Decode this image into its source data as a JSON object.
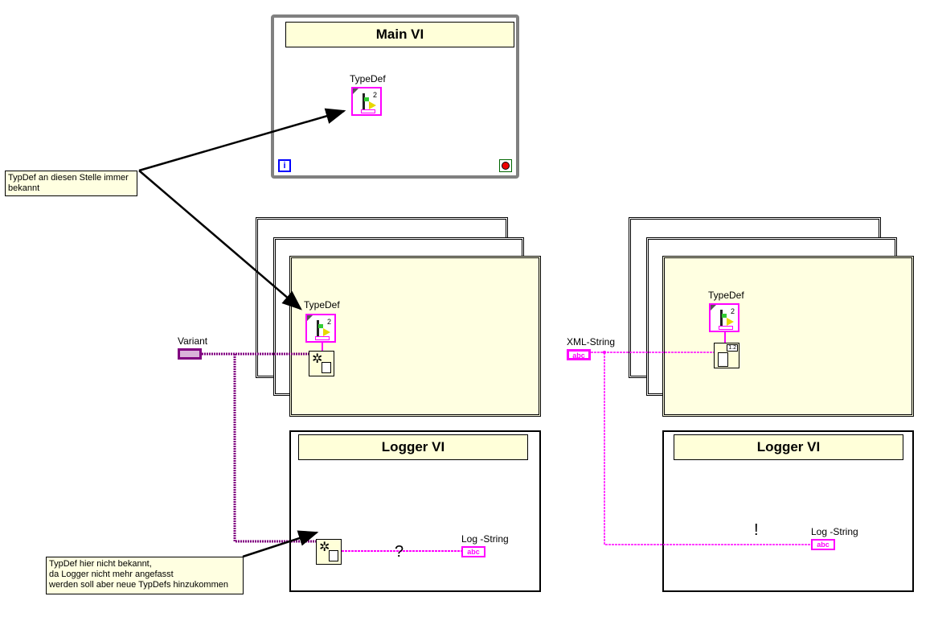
{
  "main_vi": {
    "title": "Main VI",
    "typedef_label": "TypeDef",
    "typedef_number": "2",
    "loop_index_icon": "i",
    "stop_icon": "stop-icon"
  },
  "comment_top": "TypDef an diesen Stelle immer\nbekannt",
  "comment_bottom": "TypDef hier nicht bekannt,\nda Logger nicht mehr angefasst\nwerden soll aber neue TypDefs hinzukommen",
  "left": {
    "typedef_label": "TypeDef",
    "typedef_number": "2",
    "input_label": "Variant",
    "logger_title": "Logger VI",
    "mark": "?",
    "output_label": "Log -String",
    "output_terminal": "abc"
  },
  "right": {
    "typedef_label": "TypeDef",
    "typedef_number": "2",
    "input_label": "XML-String",
    "input_terminal": "abc",
    "logger_title": "Logger VI",
    "mark": "!",
    "output_label": "Log -String",
    "output_terminal": "abc",
    "node_badge": "1.2"
  },
  "colors": {
    "string_wire": "#ff00ff",
    "variant_wire": "#800080",
    "structure_fill": "#ffffe1"
  }
}
